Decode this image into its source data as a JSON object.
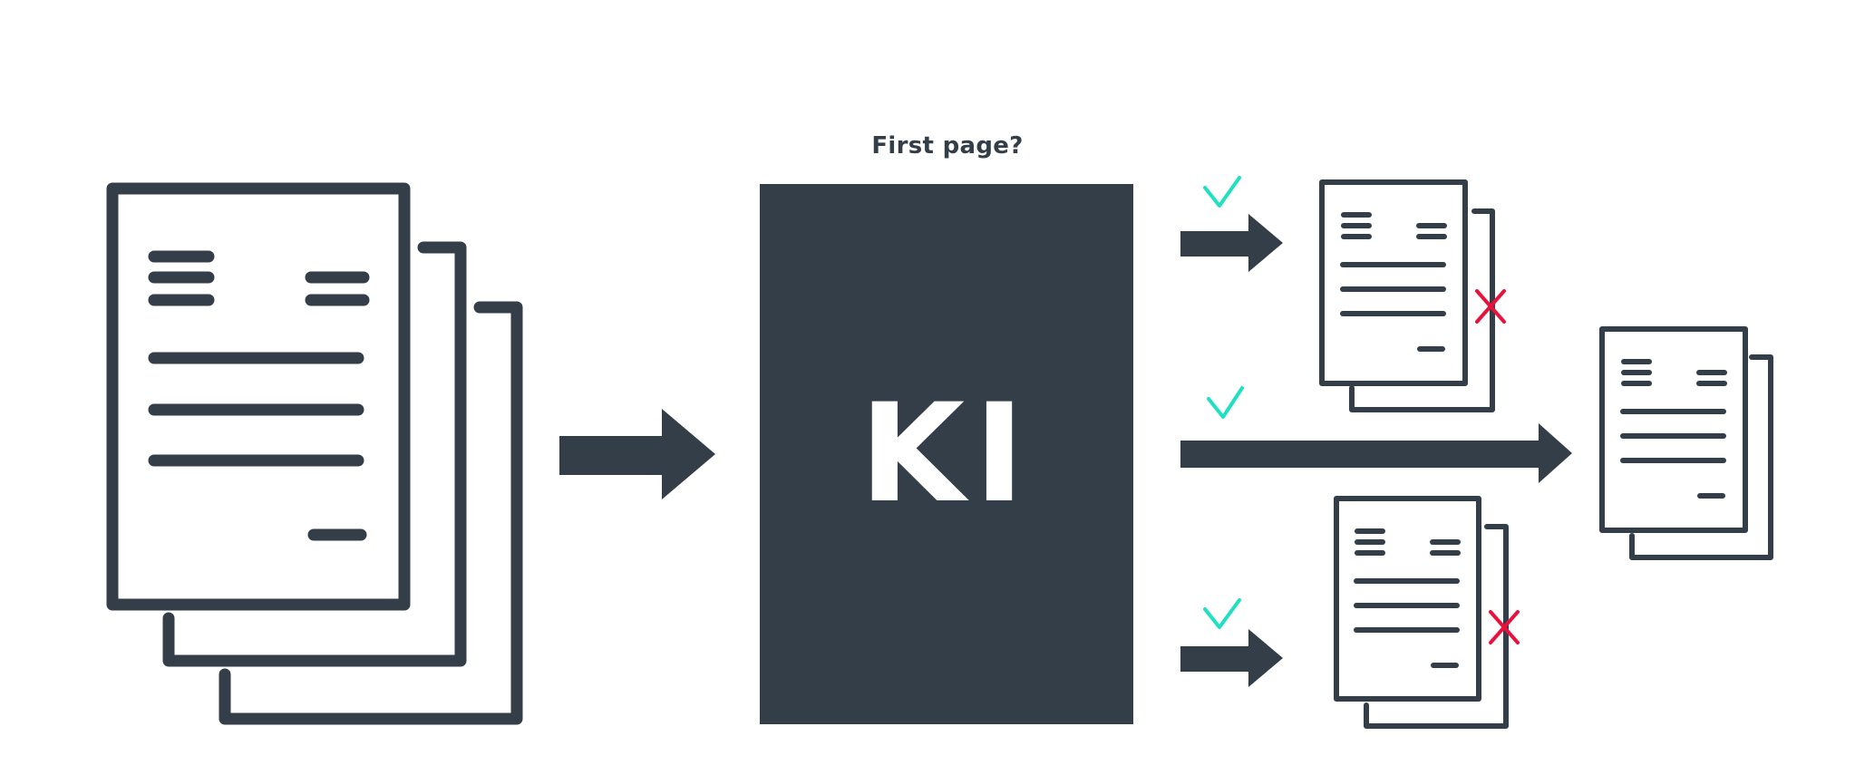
{
  "diagram": {
    "question": "First page?",
    "processor_label": "KI",
    "colors": {
      "primary": "#343e48",
      "check": "#1fe0c0",
      "cross": "#e8123c",
      "background": "#ffffff"
    },
    "icons": {
      "input_stack": "document-stack-icon",
      "check": "checkmark-icon",
      "cross": "cross-icon",
      "result_stack": "document-stack-icon"
    },
    "branches": [
      {
        "result": "check",
        "page_rejected": true
      },
      {
        "result": "check",
        "page_rejected": false
      },
      {
        "result": "check",
        "page_rejected": true
      }
    ]
  }
}
